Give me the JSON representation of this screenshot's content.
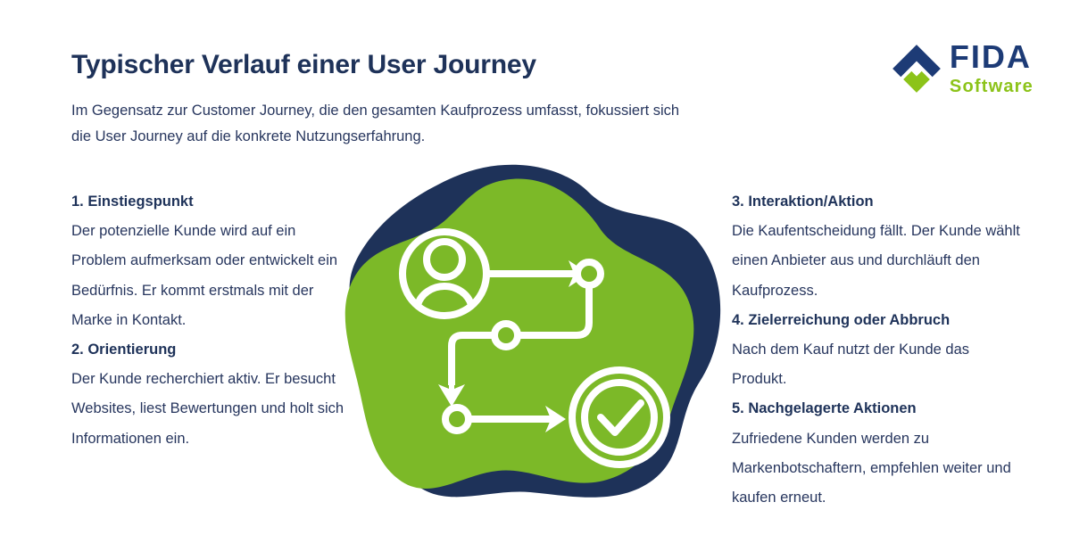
{
  "header": {
    "title": "Typischer Verlauf einer User Journey",
    "subtitle_line1": "Im Gegensatz zur Customer Journey, die den gesamten Kaufprozess umfasst, fokussiert sich",
    "subtitle_line2": "die User Journey auf die konkrete Nutzungserfahrung."
  },
  "logo": {
    "brand": "FIDA",
    "product": "Software",
    "mark_blue": "#1d3b76",
    "mark_green": "#8cc319"
  },
  "columns": {
    "left": [
      {
        "heading": "1. Einstiegspunkt",
        "body": "Der potenzielle Kunde wird auf ein Problem aufmerksam oder entwickelt ein Bedürfnis. Er kommt erstmals mit der Marke in Kontakt."
      },
      {
        "heading": "2. Orientierung",
        "body": "Der Kunde recherchiert aktiv. Er besucht Websites, liest Bewertungen und holt sich Informationen ein."
      }
    ],
    "right": [
      {
        "heading": "3. Interaktion/Aktion",
        "body": "Die Kaufentscheidung fällt. Der Kunde wählt einen Anbieter aus und durchläuft den Kaufprozess."
      },
      {
        "heading": "4. Zielerreichung oder Abbruch",
        "body": "Nach dem Kauf nutzt der Kunde das Produkt."
      },
      {
        "heading": "5. Nachgelagerte Aktionen",
        "body": "Zufriedene Kunden werden zu Markenbotschaftern, empfehlen weiter und kaufen erneut."
      }
    ]
  },
  "illustration": {
    "blob_back_color": "#1e3259",
    "blob_front_color": "#7cb928",
    "stroke_color": "#ffffff",
    "nodes": [
      "user-avatar-node",
      "dot-node-top-right",
      "dot-node-middle",
      "dot-node-bottom-left",
      "check-circle-node"
    ]
  },
  "palette": {
    "navy": "#1e3259",
    "body_text": "#27365e",
    "green": "#7cb928",
    "logo_green": "#8cc319",
    "logo_blue": "#1d3b76",
    "background": "#ffffff"
  }
}
